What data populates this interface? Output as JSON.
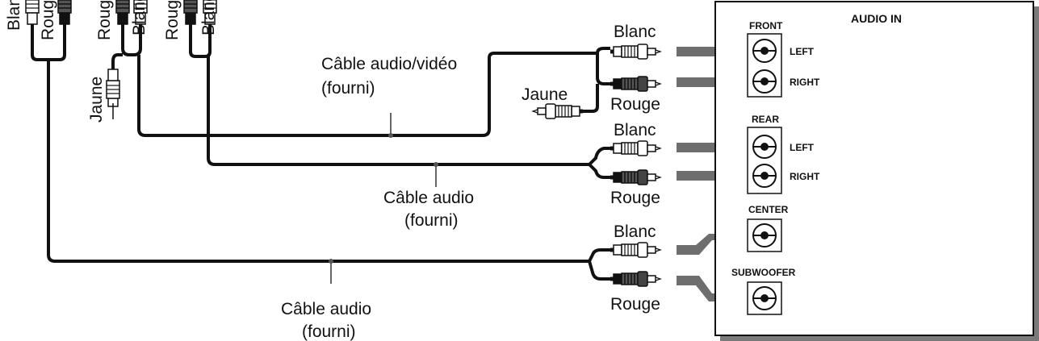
{
  "top_labels": [
    "Blanc",
    "Rouge",
    "Rouge",
    "Blanc",
    "Rouge",
    "Blanc"
  ],
  "yellow_plug_label": "Jaune",
  "av_cable": {
    "line1": "Câble audio/vidéo",
    "line2": "(fourni)"
  },
  "audio_cable_1": {
    "line1": "Câble audio",
    "line2": "(fourni)"
  },
  "audio_cable_2": {
    "line1": "Câble audio",
    "line2": "(fourni)"
  },
  "plug_labels": {
    "front_white": "Blanc",
    "front_yellow": "Jaune",
    "front_red": "Rouge",
    "rear_white": "Blanc",
    "rear_red": "Rouge",
    "center_white": "Blanc",
    "center_red": "Rouge"
  },
  "panel": {
    "title": "AUDIO IN",
    "front": {
      "label": "FRONT",
      "left": "LEFT",
      "right": "RIGHT"
    },
    "rear": {
      "label": "REAR",
      "left": "LEFT",
      "right": "RIGHT"
    },
    "center": "CENTER",
    "subwoofer": "SUBWOOFER"
  },
  "colors": {
    "cable": "#111111",
    "arrow": "#6e6e6e",
    "panel_shadow": "#7a7a7a"
  }
}
